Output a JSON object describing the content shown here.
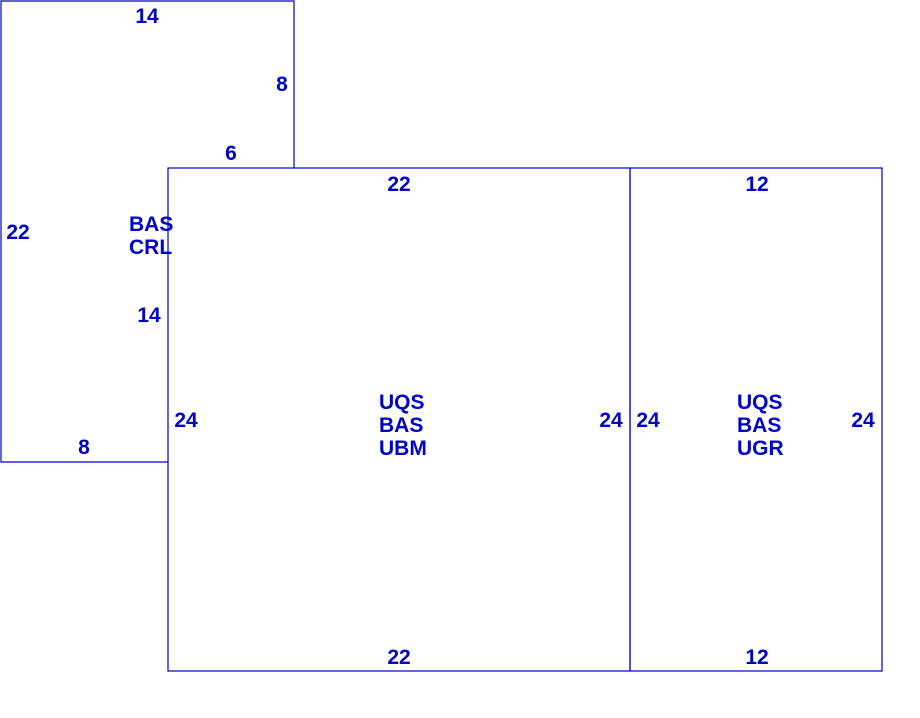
{
  "sketch": {
    "line_color": "#0000cc",
    "text_color": "#0000cc",
    "upper_left_section": {
      "codes": [
        "BAS",
        "CRL"
      ],
      "dimensions": {
        "top": "14",
        "right_upper": "8",
        "step_top": "6",
        "left": "22",
        "step_right": "14",
        "bottom": "8"
      }
    },
    "main_section": {
      "codes": [
        "UQS",
        "BAS",
        "UBM"
      ],
      "dimensions": {
        "top": "22",
        "bottom": "22",
        "left": "24",
        "right": "24"
      }
    },
    "right_section": {
      "codes": [
        "UQS",
        "BAS",
        "UGR"
      ],
      "dimensions": {
        "top": "12",
        "bottom": "12",
        "left": "24",
        "right": "24"
      }
    }
  }
}
